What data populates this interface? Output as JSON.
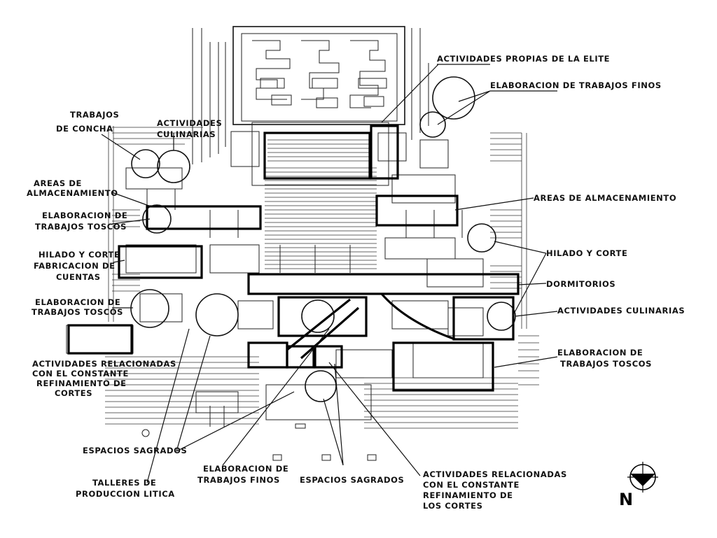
{
  "labels": {
    "elite": "ACTIVIDADES PROPIAS DE LA ELITE",
    "finos_top": "ELABORACION DE TRABAJOS FINOS",
    "concha_1": "TRABAJOS",
    "concha_2": "DE CONCHA",
    "culinarias_top_1": "ACTIVIDADES",
    "culinarias_top_2": "CULINARIAS",
    "almac_left_1": "AREAS DE",
    "almac_left_2": "ALMACENAMIENTO",
    "toscos_left1_1": "ELABORACION DE",
    "toscos_left1_2": "TRABAJOS TOSCOS",
    "hilado_left_1": "HILADO Y CORTE",
    "hilado_left_2": "FABRICACION DE",
    "hilado_left_3": "CUENTAS",
    "toscos_left2_1": "ELABORACION DE",
    "toscos_left2_2": "TRABAJOS TOSCOS",
    "rel_left_1": "ACTIVIDADES RELACIONADAS",
    "rel_left_2": "CON EL CONSTANTE",
    "rel_left_3": "REFINAMIENTO DE",
    "rel_left_4": "CORTES",
    "almac_right": "AREAS DE ALMACENAMIENTO",
    "hilado_right": "HILADO Y CORTE",
    "dormitorios": "DORMITORIOS",
    "culinarias_right": "ACTIVIDADES CULINARIAS",
    "toscos_right_1": "ELABORACION DE",
    "toscos_right_2": "TRABAJOS TOSCOS",
    "sagrados_left": "ESPACIOS SAGRADOS",
    "talleres_1": "TALLERES DE",
    "talleres_2": "PRODUCCION LITICA",
    "finos_bottom_1": "ELABORACION DE",
    "finos_bottom_2": "TRABAJOS FINOS",
    "sagrados_bottom": "ESPACIOS SAGRADOS",
    "rel_bottom_1": "ACTIVIDADES RELACIONADAS",
    "rel_bottom_2": "CON EL CONSTANTE",
    "rel_bottom_3": "REFINAMIENTO DE",
    "rel_bottom_4": "LOS CORTES",
    "north": "N"
  },
  "colors": {
    "ink": "#000000",
    "paper": "#ffffff"
  },
  "icons": {
    "north_arrow": "north-arrow-icon"
  }
}
